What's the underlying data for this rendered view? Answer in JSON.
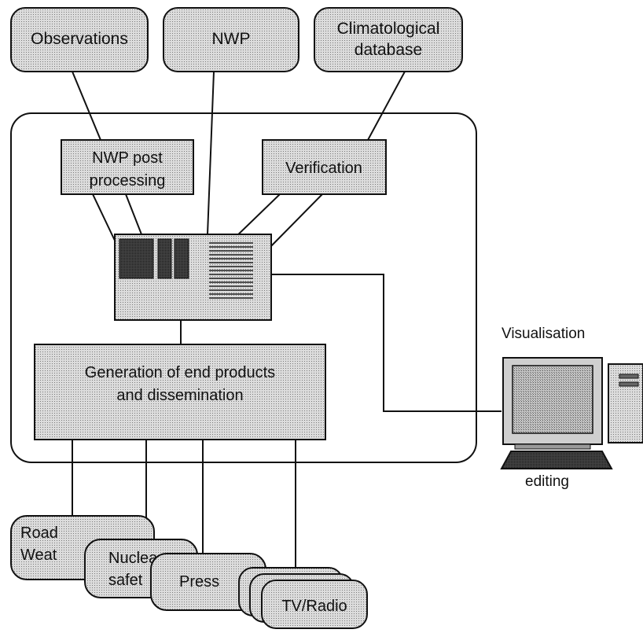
{
  "colors": {
    "box_fill": "#c8c8c8",
    "stroke": "#111111",
    "background": "#ffffff"
  },
  "sources": {
    "observations": "Observations",
    "nwp": "NWP",
    "climatological_line1": "Climatological",
    "climatological_line2": "database"
  },
  "processing": {
    "nwp_post_line1": "NWP post",
    "nwp_post_line2": "processing",
    "verification": "Verification"
  },
  "generation": {
    "line1": "Generation of end products",
    "line2": "and dissemination"
  },
  "visualisation": {
    "label": "Visualisation",
    "editing": "editing",
    "icon": "computer-workstation-icon"
  },
  "outputs": {
    "road_line1": "Road",
    "road_line2": "Weat",
    "nuclear_line1": "Nuclea",
    "nuclear_line2": "safet",
    "press": "Press",
    "tv_radio": "TV/Radio"
  }
}
